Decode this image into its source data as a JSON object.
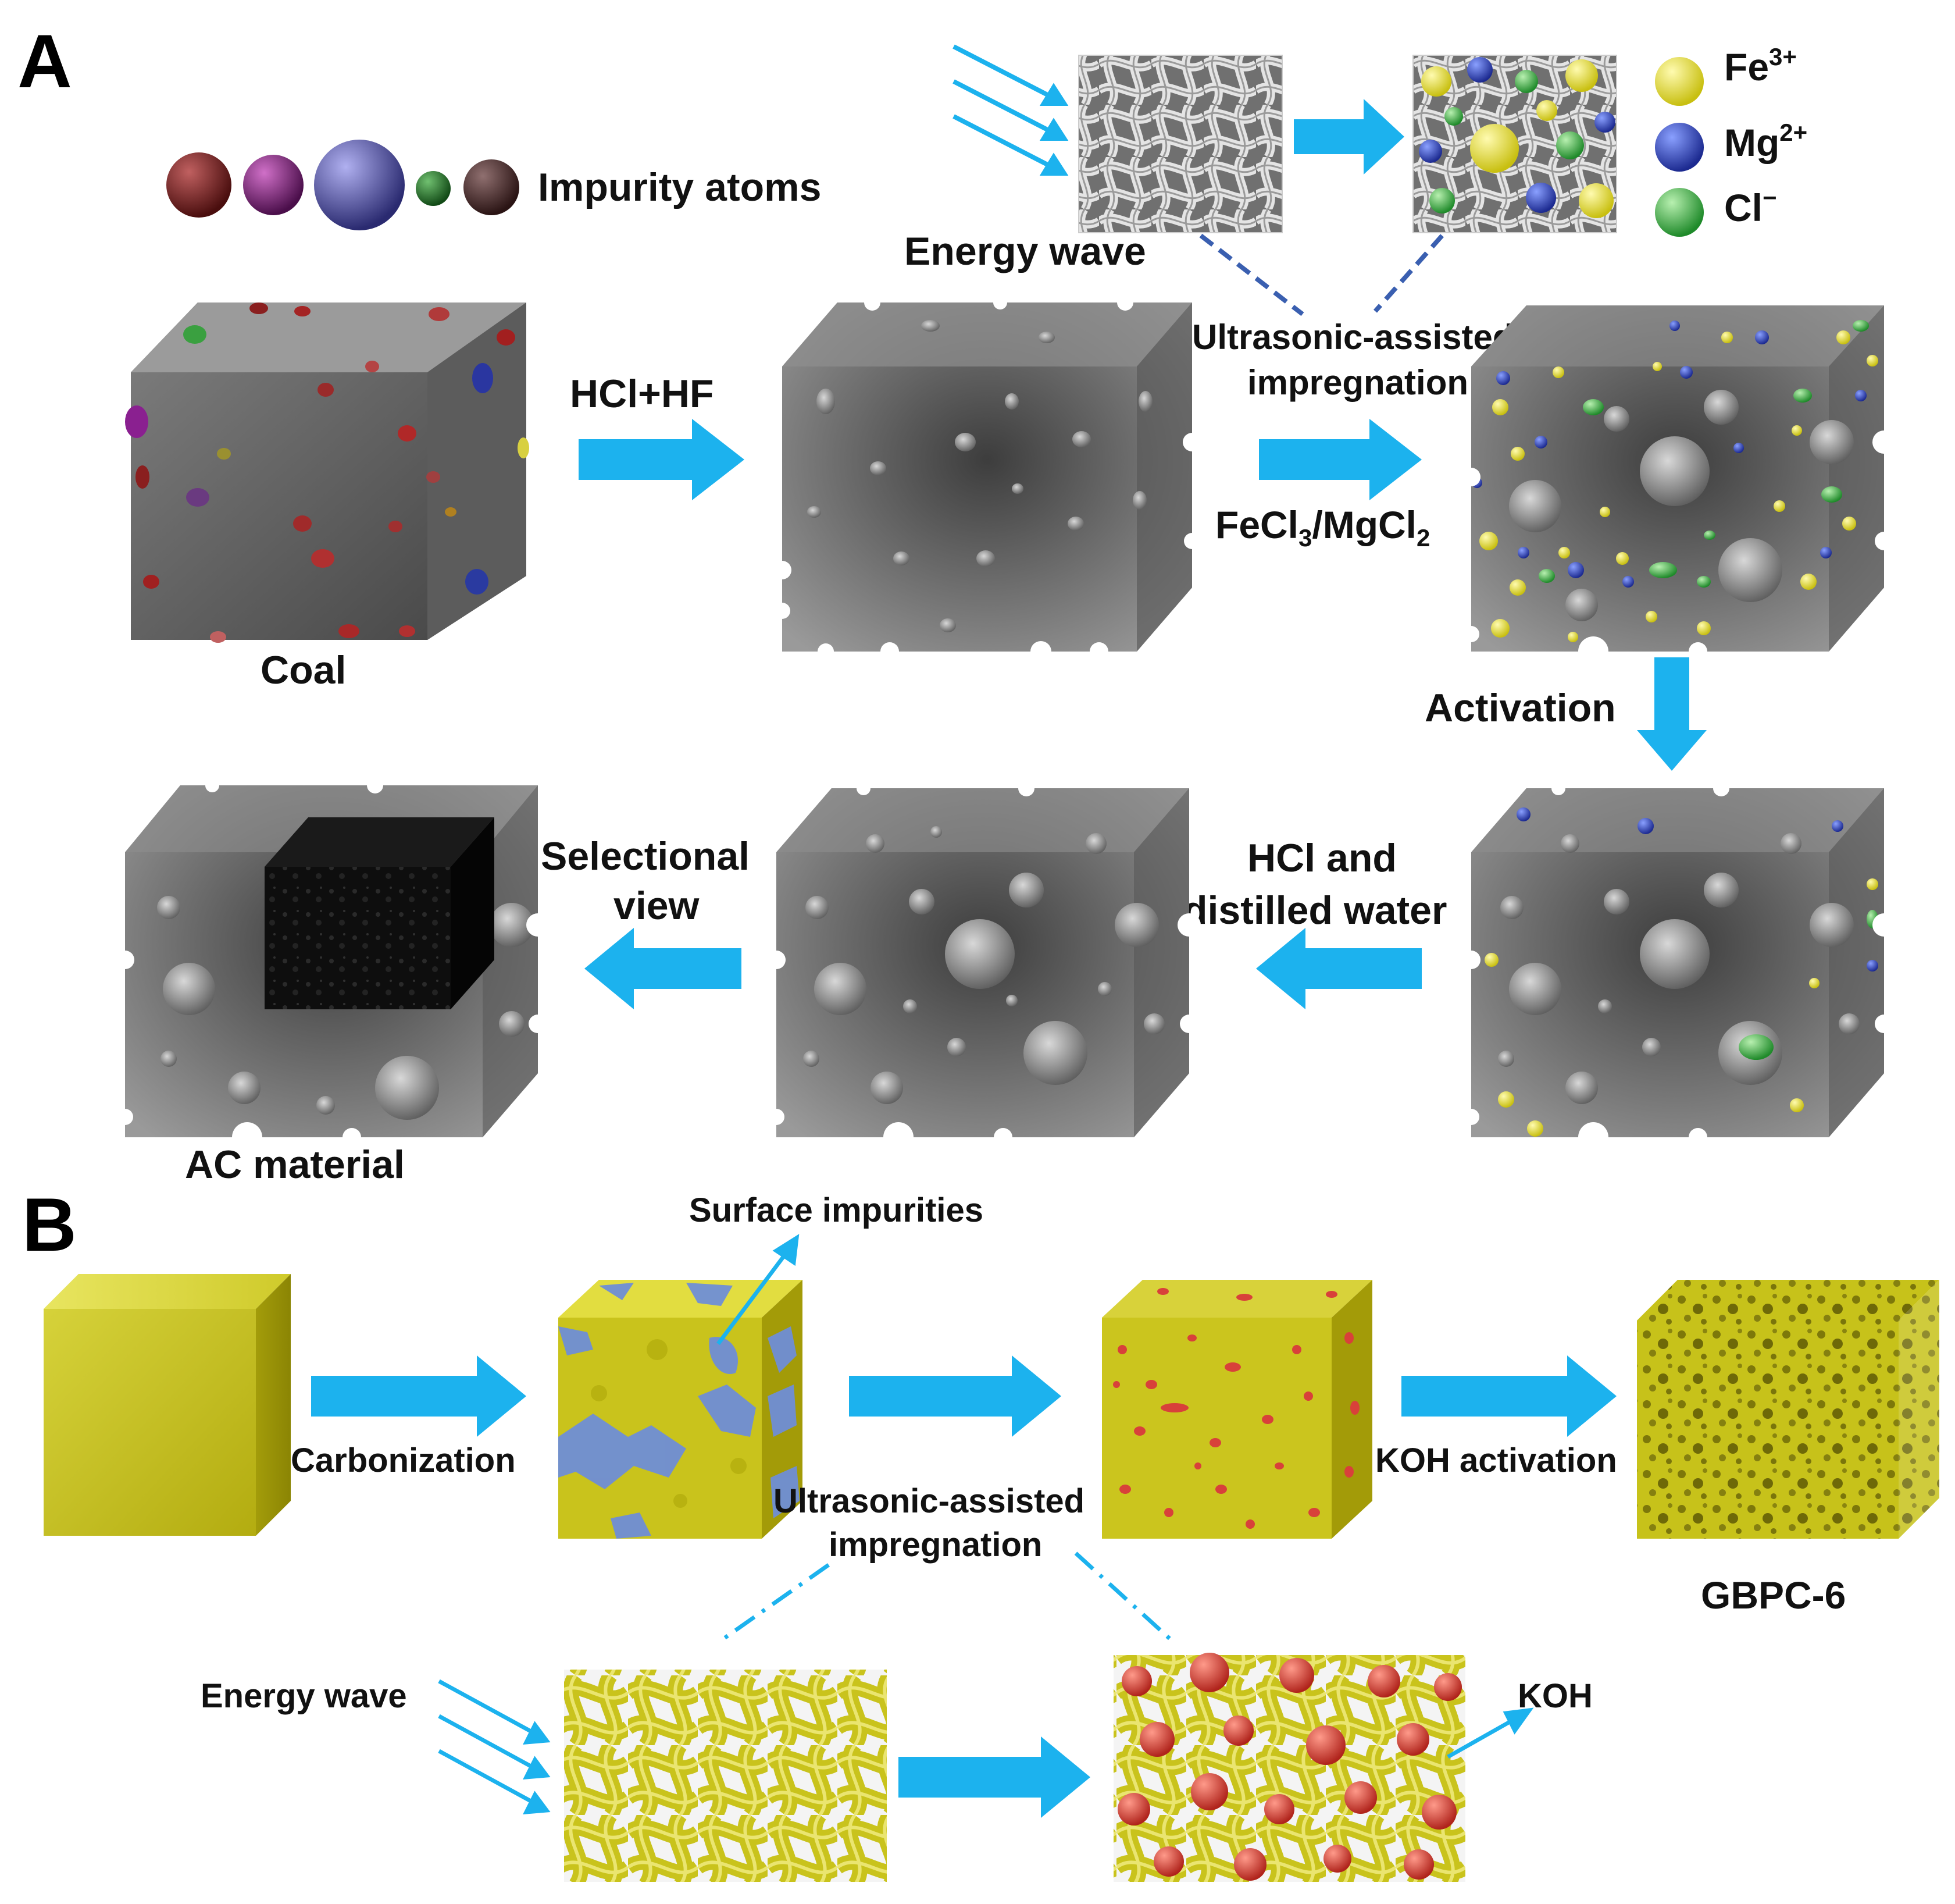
{
  "panel_a": {
    "letter": "A",
    "impurity_label": "Impurity atoms",
    "energy_wave_label": "Energy wave",
    "ultrasonic_label_line1": "Ultrasonic-assisted",
    "ultrasonic_label_line2": "impregnation",
    "legend": {
      "fe": "Fe",
      "fe_charge": "3+",
      "mg": "Mg",
      "mg_charge": "2+",
      "cl": "Cl",
      "cl_charge": "−"
    },
    "step_hcl_hf": "HCl+HF",
    "step_fecl": "FeCl",
    "step_fecl_sub": "3",
    "step_mgcl": "/MgCl",
    "step_mgcl_sub": "2",
    "step_activation": "Activation",
    "step_hcl_water_line1": "HCl and",
    "step_hcl_water_line2": "distilled water",
    "step_selectional_line1": "Selectional",
    "step_selectional_line2": "view",
    "coal_label": "Coal",
    "ac_label": "AC material"
  },
  "panel_b": {
    "letter": "B",
    "surface_impurities": "Surface impurities",
    "carbonization": "Carbonization",
    "ultrasonic_line1": "Ultrasonic-assisted",
    "ultrasonic_line2": "impregnation",
    "koh_activation": "KOH activation",
    "gbpc": "GBPC-6",
    "energy_wave": "Energy wave",
    "koh": "KOH"
  },
  "colors": {
    "arrow": "#1cb2ee",
    "dash": "#3a5fb0",
    "cube_gray": "#8a8a8a",
    "yellow": "#c8c21a",
    "red_dot": "#d8413a",
    "blue_patch": "#6f8ed6",
    "fe": "#e8e030",
    "mg": "#2f48c0",
    "cl": "#38b040"
  }
}
